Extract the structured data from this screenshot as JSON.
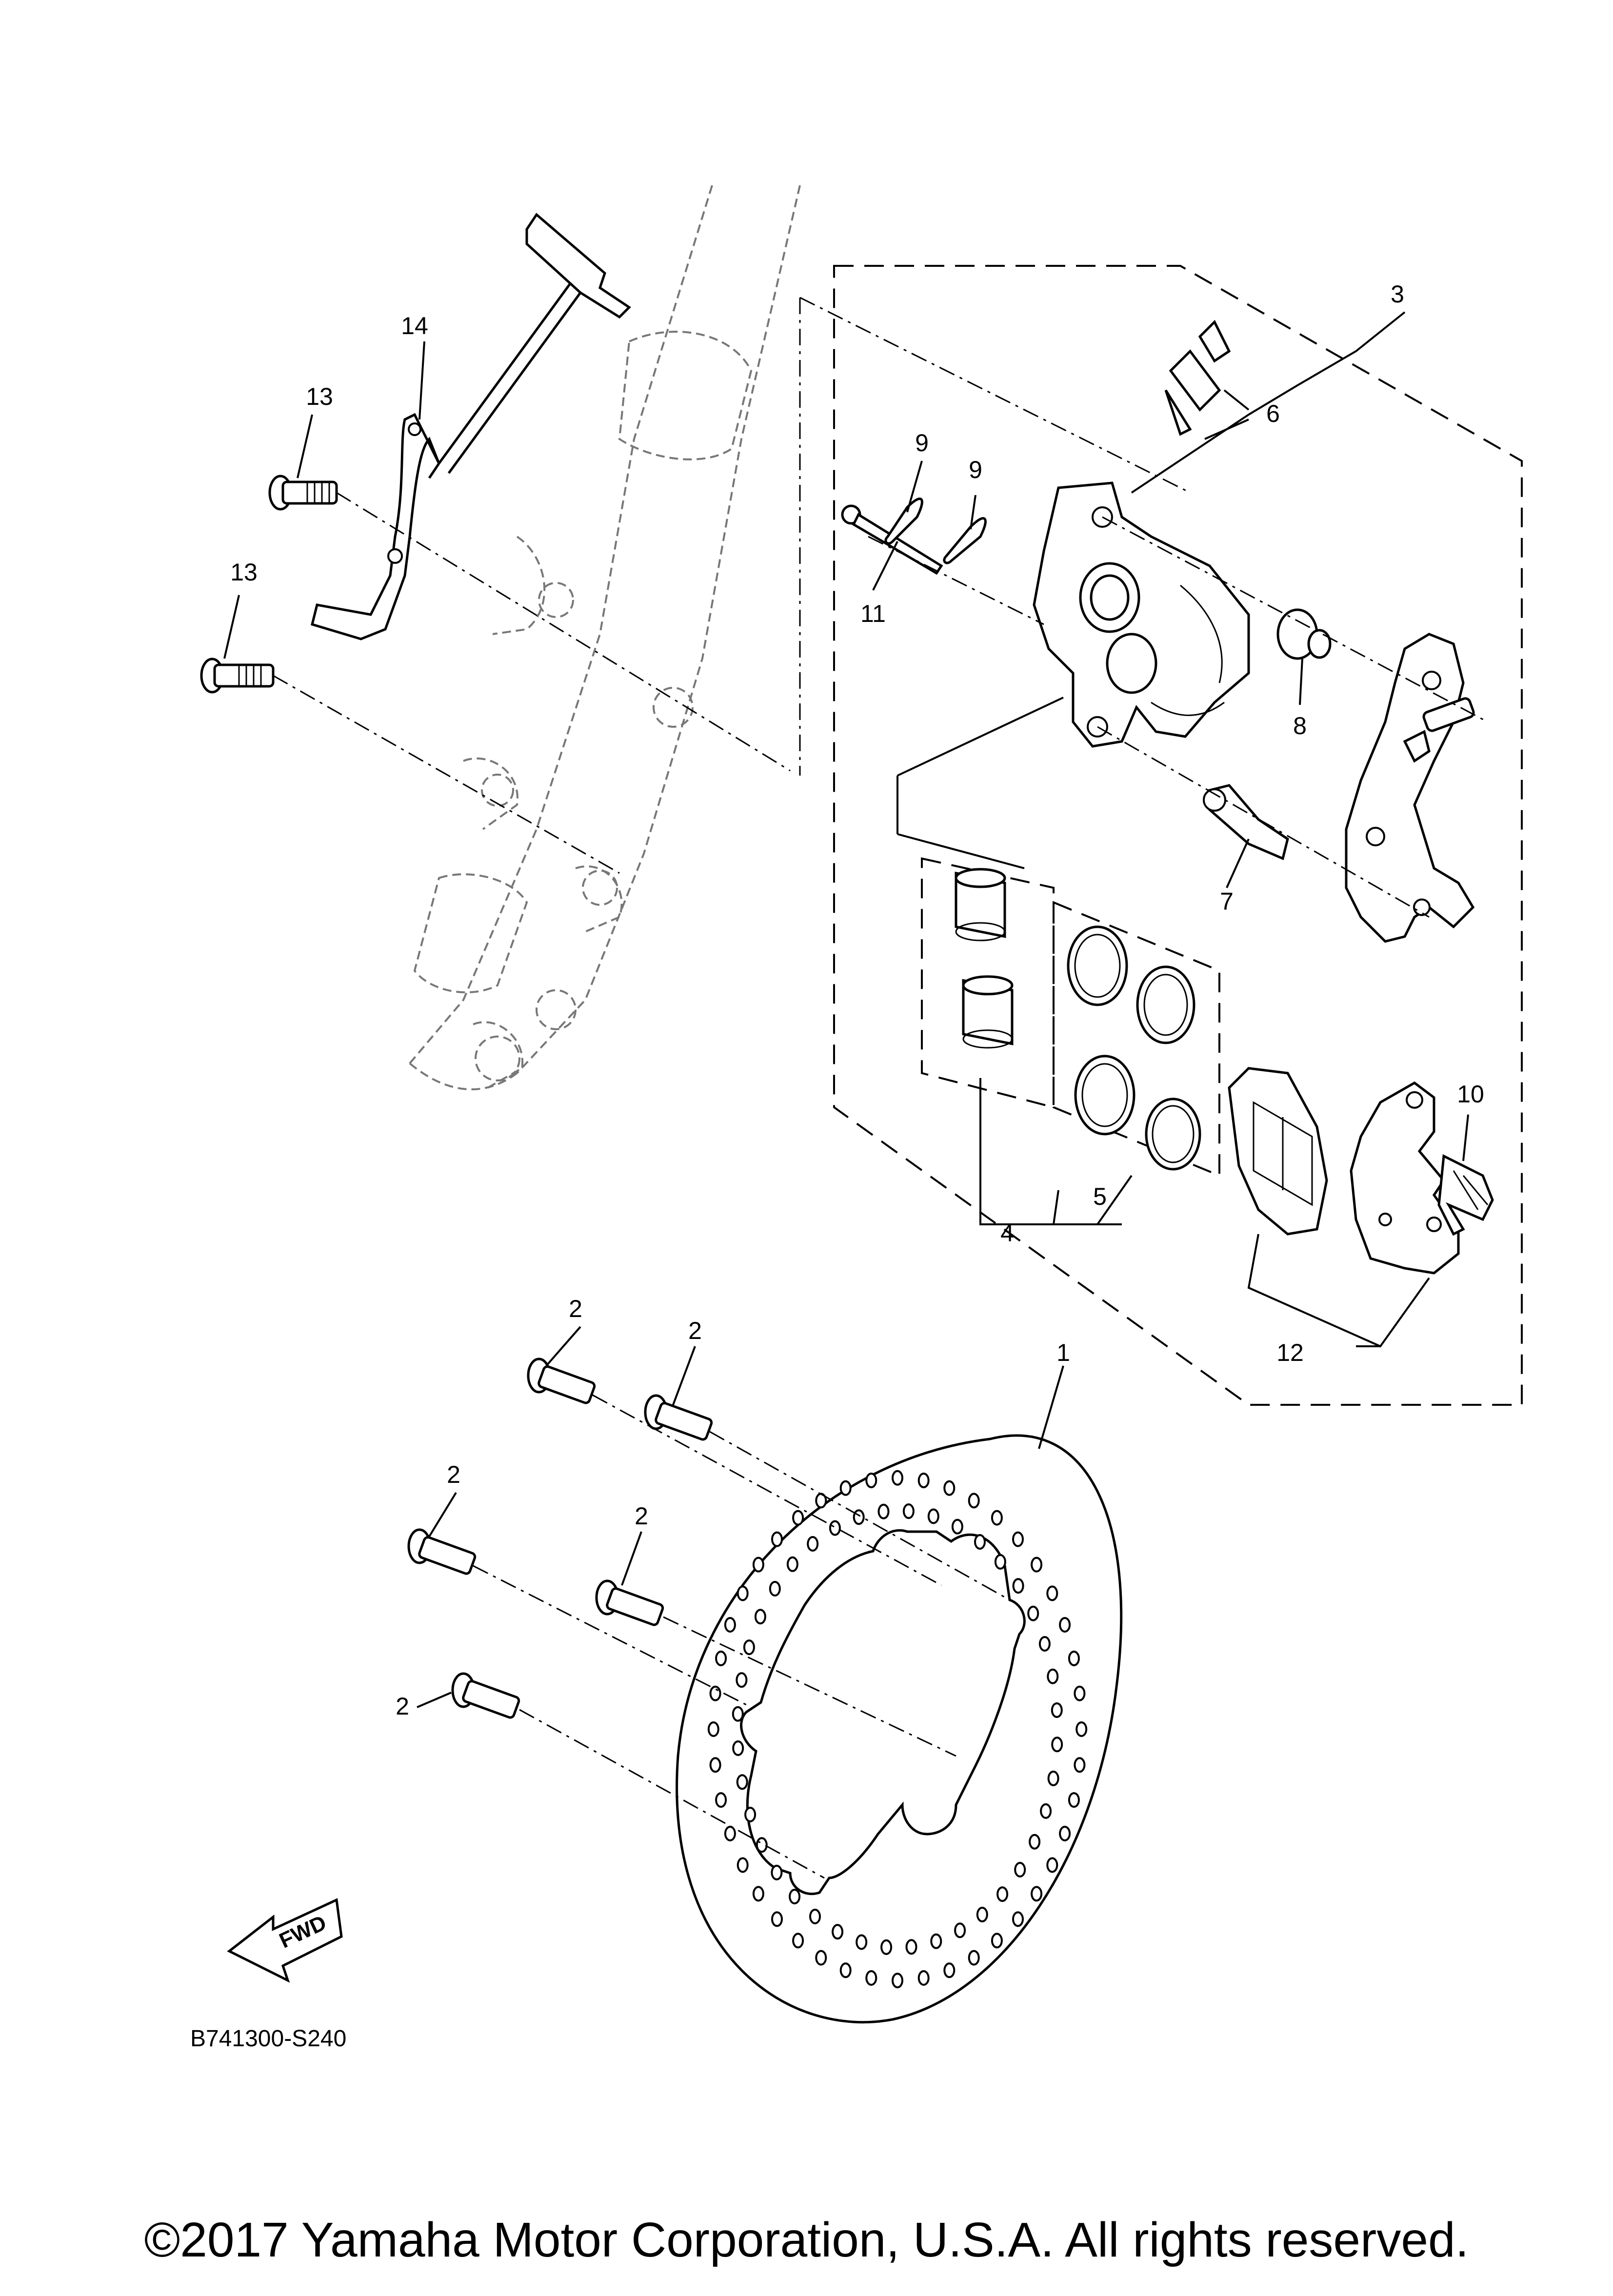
{
  "diagram_code": "B741300-S240",
  "copyright": "©2017 Yamaha Motor Corporation, U.S.A. All rights reserved.",
  "fwd_label": "FWD",
  "callouts": {
    "c1": "1",
    "c2a": "2",
    "c2b": "2",
    "c2c": "2",
    "c2d": "2",
    "c2e": "2",
    "c3": "3",
    "c4": "4",
    "c5": "5",
    "c6": "6",
    "c7": "7",
    "c8": "8",
    "c9a": "9",
    "c9b": "9",
    "c10": "10",
    "c11": "11",
    "c12": "12",
    "c13a": "13",
    "c13b": "13",
    "c14": "14"
  }
}
